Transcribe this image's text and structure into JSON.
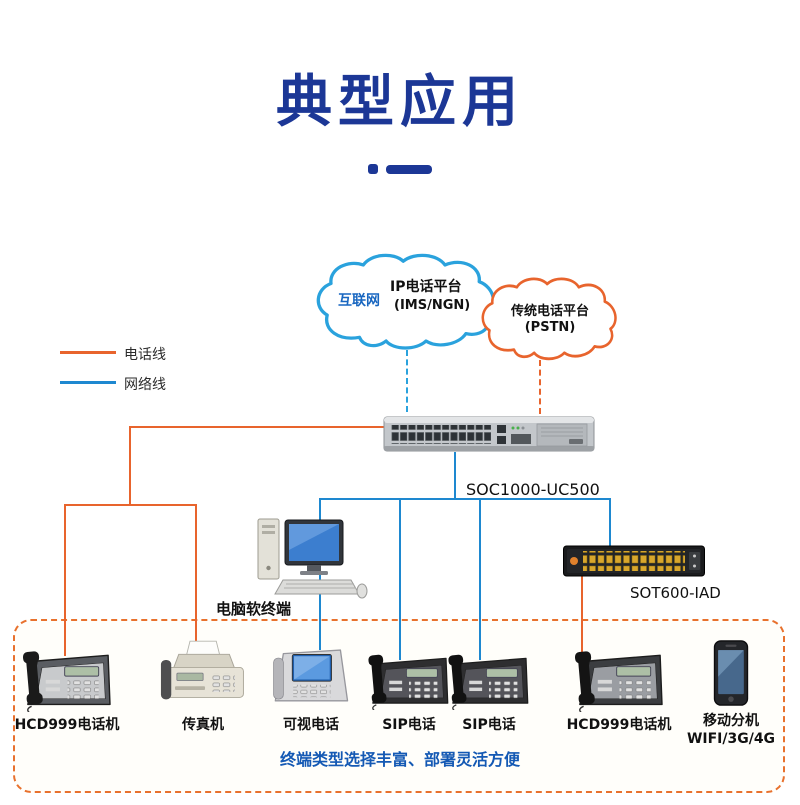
{
  "page": {
    "title": "典型应用"
  },
  "legend": {
    "phone_line_label": "电话线",
    "network_line_label": "网络线",
    "phone_line_color": "#e8642d",
    "network_line_color": "#1e88d0"
  },
  "clouds": {
    "internet": {
      "name": "互联网",
      "platform": "IP电话平台",
      "detail": "(IMS/NGN)",
      "outline_color": "#2aa2dd"
    },
    "pstn": {
      "platform": "传统电话平台",
      "detail": "(PSTN)",
      "outline_color": "#e8642d"
    }
  },
  "core": {
    "switch_label": "SOC1000-UC500",
    "softphone_label": "电脑软终端",
    "iad_label": "SOT600-IAD"
  },
  "terminals": [
    {
      "label": "HCD999电话机",
      "type": "desk-phone"
    },
    {
      "label": "传真机",
      "type": "fax"
    },
    {
      "label": "可视电话",
      "type": "video-phone"
    },
    {
      "label": "SIP电话",
      "type": "sip-phone"
    },
    {
      "label": "SIP电话",
      "type": "sip-phone"
    },
    {
      "label": "HCD999电话机",
      "type": "desk-phone"
    },
    {
      "label": "移动分机",
      "sublabel": "WIFI/3G/4G",
      "type": "mobile-phone"
    }
  ],
  "caption": "终端类型选择丰富、部署灵活方便",
  "colors": {
    "title": "#1c3796",
    "caption": "#1459b4",
    "dashed_box": "#e8712d"
  }
}
